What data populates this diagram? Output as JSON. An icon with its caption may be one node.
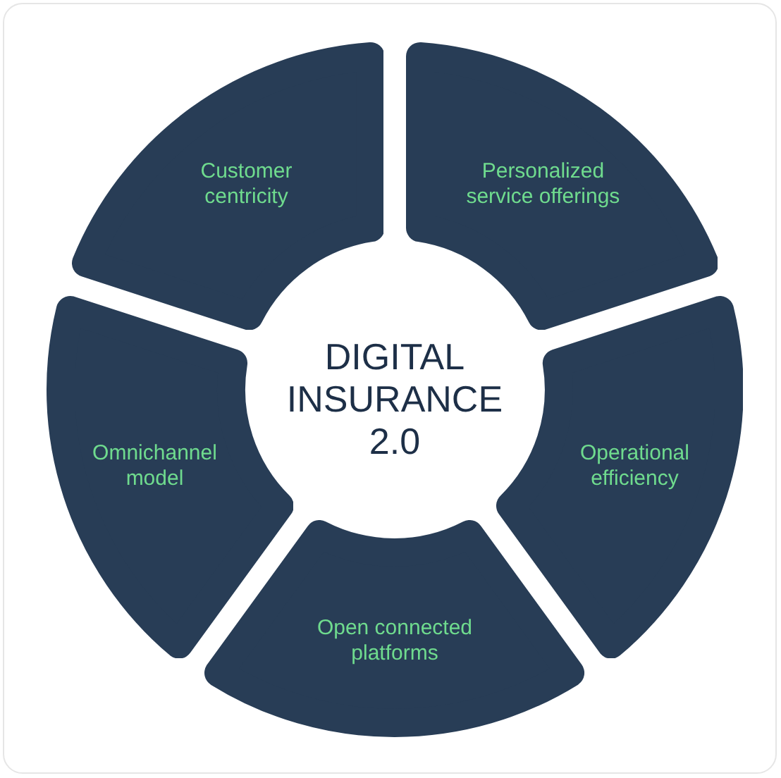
{
  "diagram": {
    "nodes": [
      {
        "text": [
          "Customer centricity"
        ]
      },
      {
        "text": [
          "Personalized service offerings"
        ]
      },
      {
        "text": [
          "Operational efficiency"
        ]
      },
      {
        "text": [
          "Open connected platforms"
        ]
      },
      {
        "text": [
          "Omnichannel model"
        ]
      }
    ],
    "labels": [
      "DIGITAL INSURANCE 2.0"
    ]
  }
}
